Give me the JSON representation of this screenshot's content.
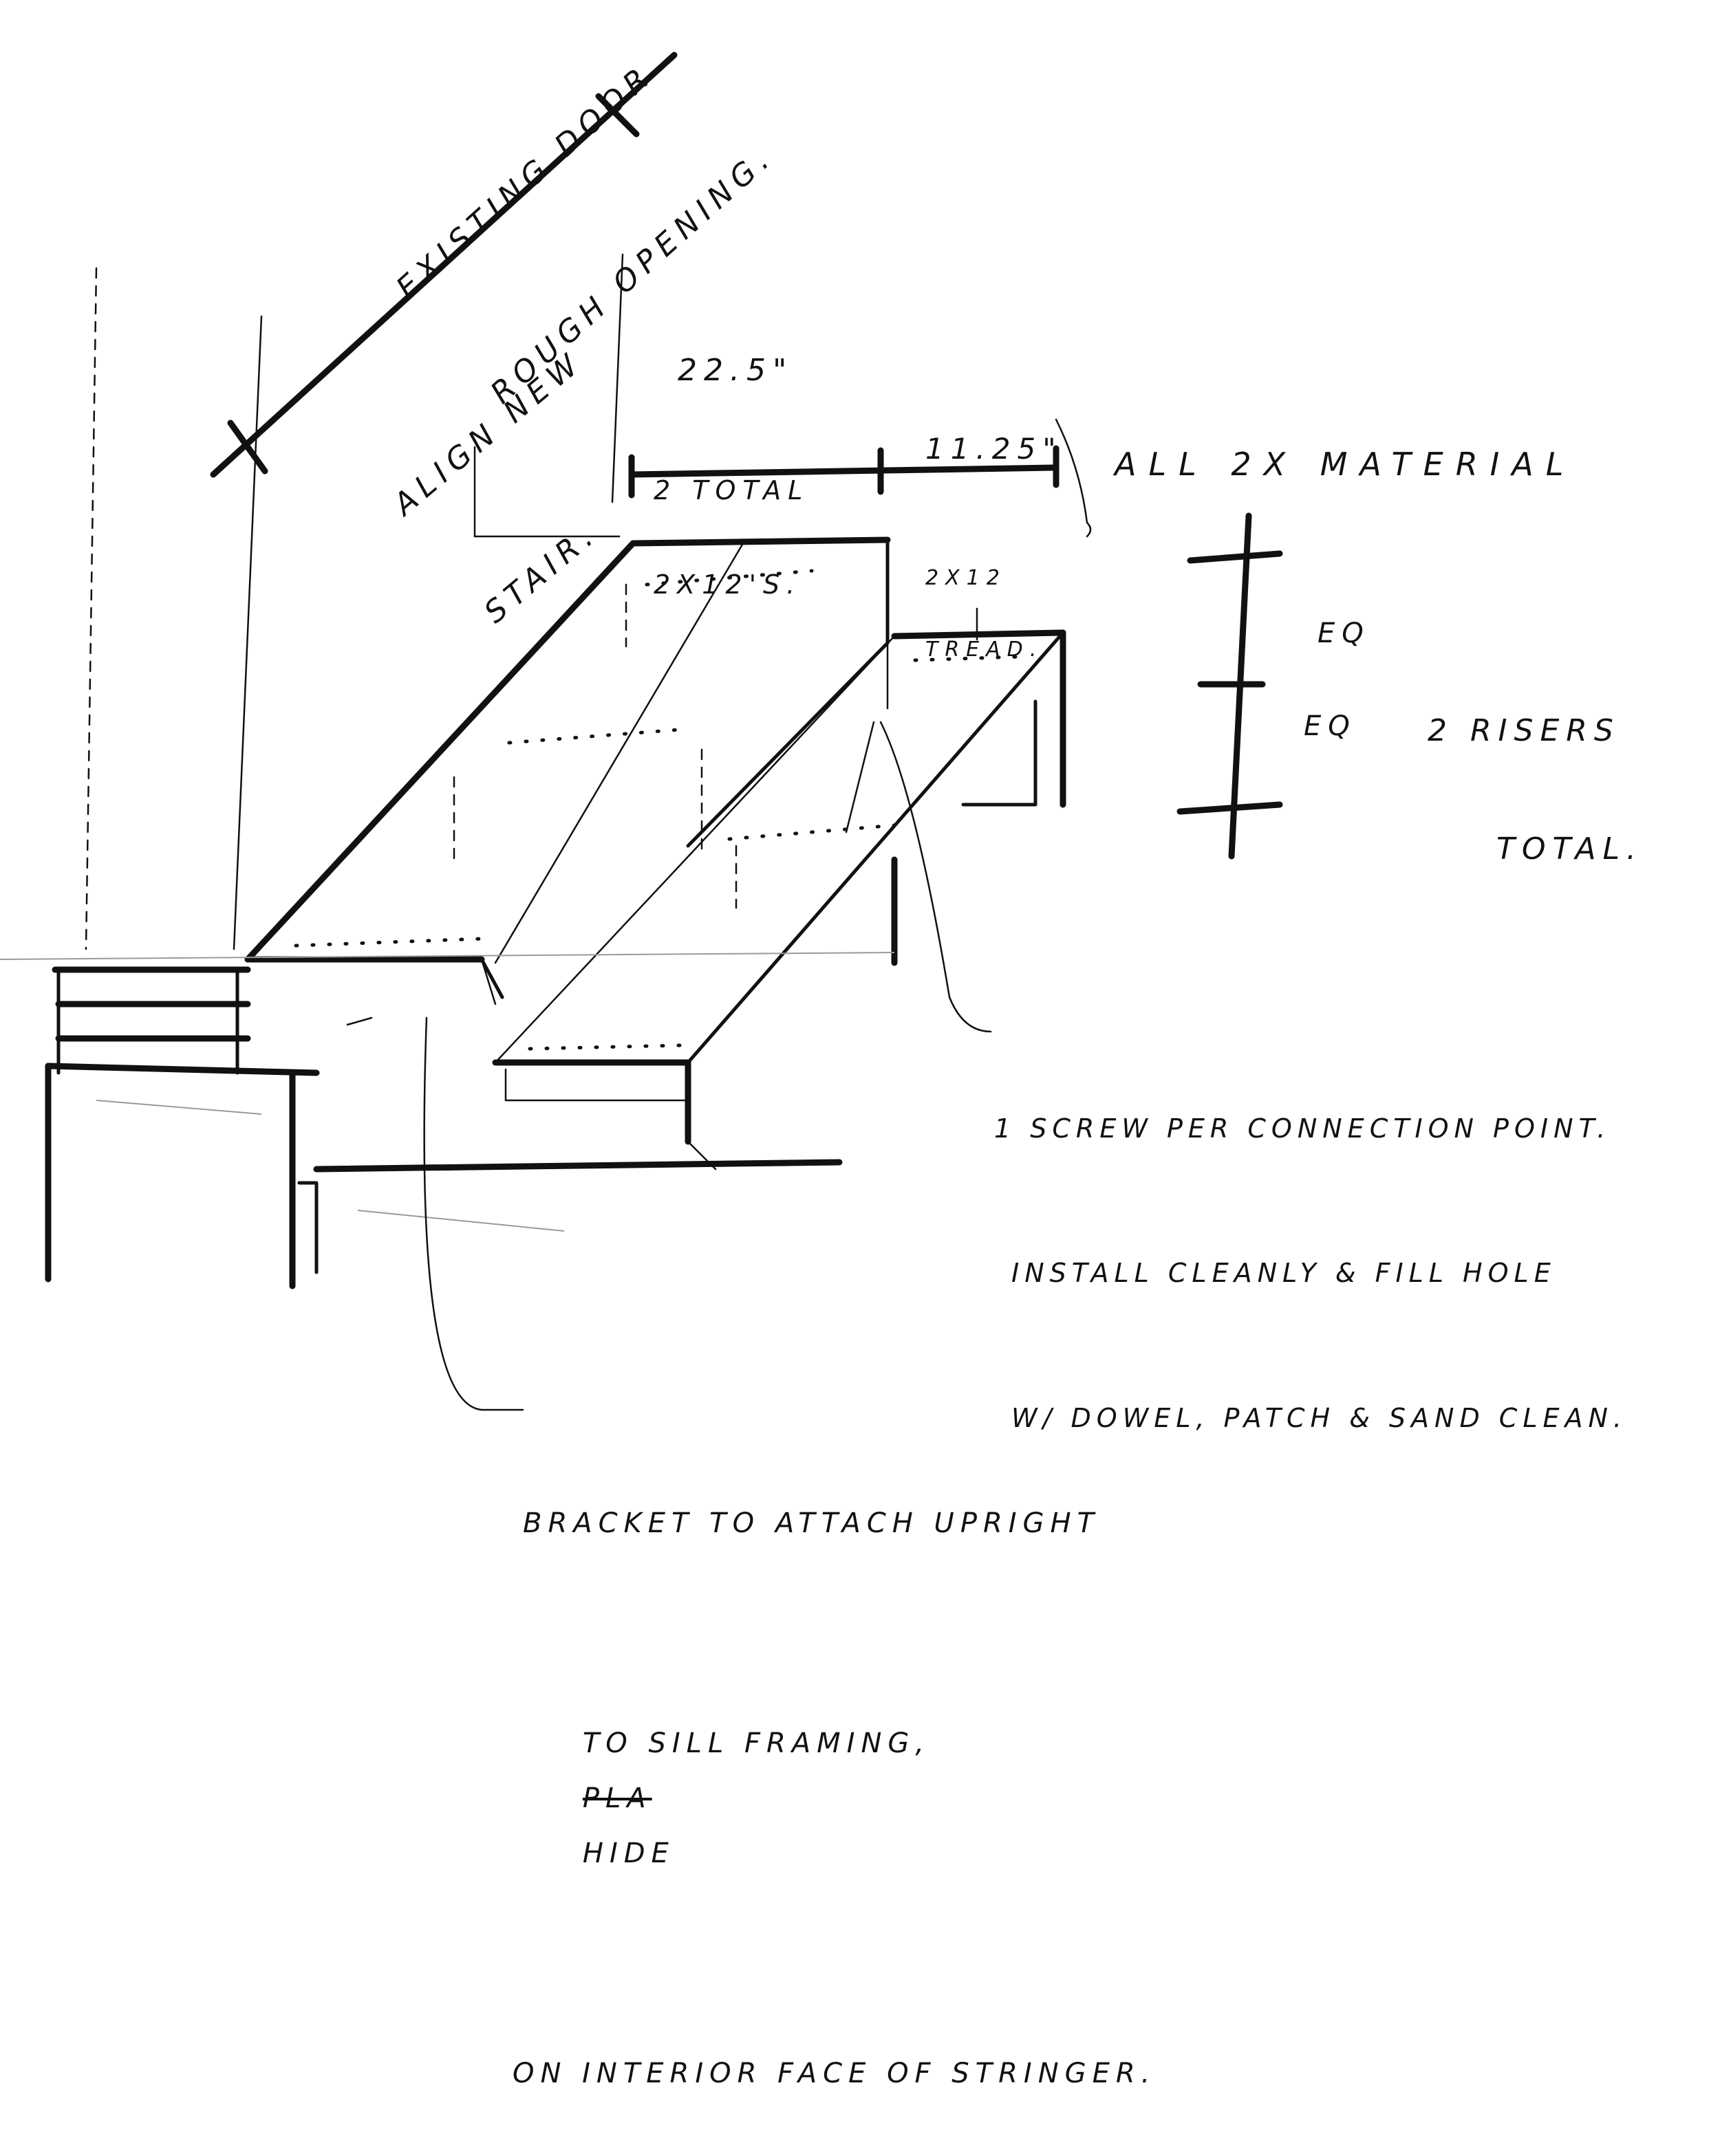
{
  "notes": {
    "door_opening": [
      "EXISTING DOOR",
      "ROUGH OPENING."
    ],
    "align_stair": [
      "ALIGN NEW",
      "STAIR."
    ],
    "width_overall": "22.5\"",
    "total_boards": [
      "2 TOTAL",
      "2X12'S."
    ],
    "tread_depth": "11.25\"",
    "material": "ALL 2X MATERIAL",
    "tread_spec": [
      "2X12",
      "TREAD."
    ],
    "equal_top": "EQ",
    "equal_bottom": "EQ",
    "risers": [
      "2 RISERS",
      "TOTAL."
    ],
    "screw_note_line1": "1 SCREW PER CONNECTION POINT.",
    "screw_note_line2": "INSTALL CLEANLY & FILL HOLE",
    "screw_note_line3": "W/ DOWEL, PATCH & SAND CLEAN.",
    "bracket_line1": "BRACKET TO ATTACH UPRIGHT",
    "bracket_line2_a": "TO SILL FRAMING,",
    "bracket_line2_struck": "PLA",
    "bracket_line2_b": "HIDE",
    "bracket_line3": "ON INTERIOR FACE OF STRINGER."
  },
  "colors": {
    "ink": "#111111",
    "pencil": "#9a9a9a",
    "paper": "#ffffff"
  }
}
